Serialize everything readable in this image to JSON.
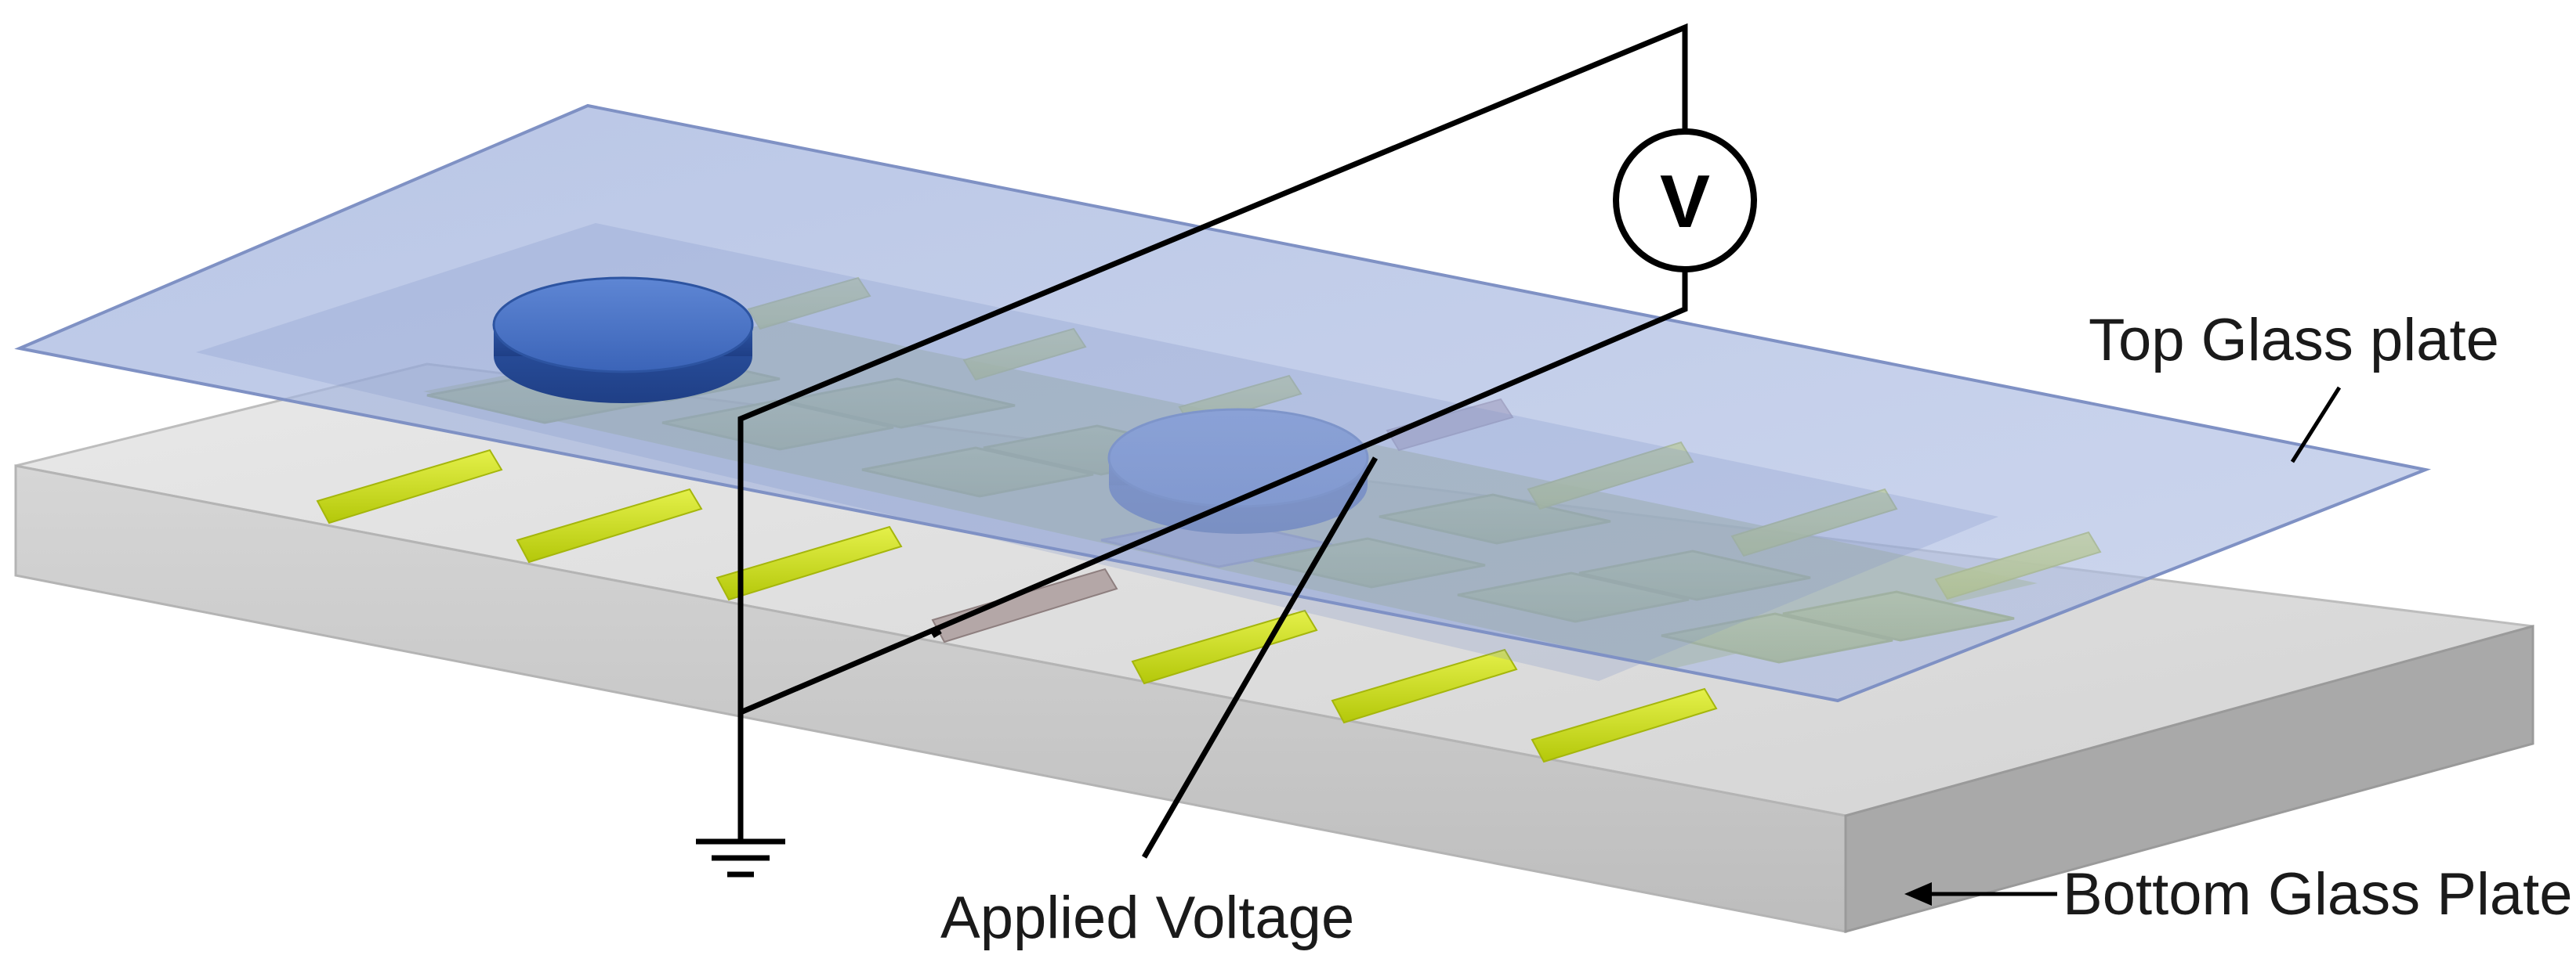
{
  "labels": {
    "top_plate": "Top Glass plate",
    "bottom_plate": "Bottom Glass Plate",
    "applied_voltage": "Applied Voltage",
    "voltmeter": "V"
  },
  "colors": {
    "bottom_plate_top": "#dedede",
    "bottom_plate_front": "#c9c9c9",
    "bottom_plate_side": "#a9a9a9",
    "top_plate": "#8fa3d6",
    "electrode": "#c8dc14",
    "electrode_pad": "#a9bf4a",
    "droplet": "#3f6fc4",
    "wire": "#000000"
  },
  "icons": {
    "ground": "ground-symbol-icon",
    "meter": "voltmeter-icon"
  }
}
